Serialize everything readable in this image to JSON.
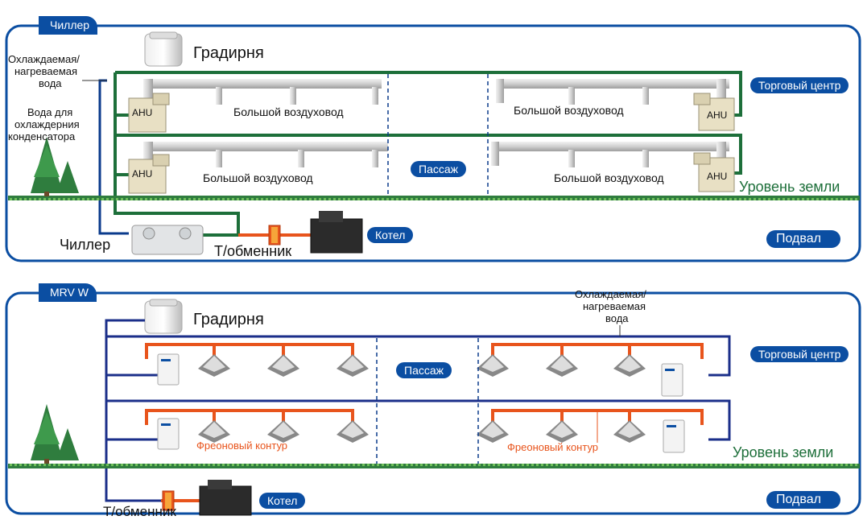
{
  "chiller_panel": {
    "tab": "Чиллер",
    "cooling_tower": "Градирня",
    "water_label_1": "Охлаждаемая/",
    "water_label_2": "нагреваемая",
    "water_label_3": "вода",
    "cond_label_1": "Вода для",
    "cond_label_2": "охлаждерния",
    "cond_label_3": "конденсатора",
    "duct_1": "Большой воздуховод",
    "duct_2": "Большой воздуховод",
    "duct_3": "Большой воздуховод",
    "duct_4": "Большой воздуховод",
    "ahu": "AHU",
    "passage": "Пассаж",
    "mall": "Торговый центр",
    "ground": "Уровень земли",
    "chiller": "Чиллер",
    "exchanger": "Т/обменник",
    "boiler": "Котел",
    "basement": "Подвал"
  },
  "mrv_panel": {
    "tab": "MRV W",
    "cooling_tower": "Градирня",
    "water_label_1": "Охлаждаемая/",
    "water_label_2": "нагреваемая",
    "water_label_3": "вода",
    "passage": "Пассаж",
    "mall": "Торговый центр",
    "freon_1": "Фреоновый контур",
    "freon_2": "Фреоновый контур",
    "ground": "Уровень земли",
    "exchanger": "Т/обменник",
    "boiler": "Котел",
    "basement": "Подвал"
  },
  "colors": {
    "frame_blue": "#0b4ea2",
    "pipe_green": "#1d6f3a",
    "pipe_orange": "#e8541c",
    "duct_gray": "#c8c8c8"
  }
}
